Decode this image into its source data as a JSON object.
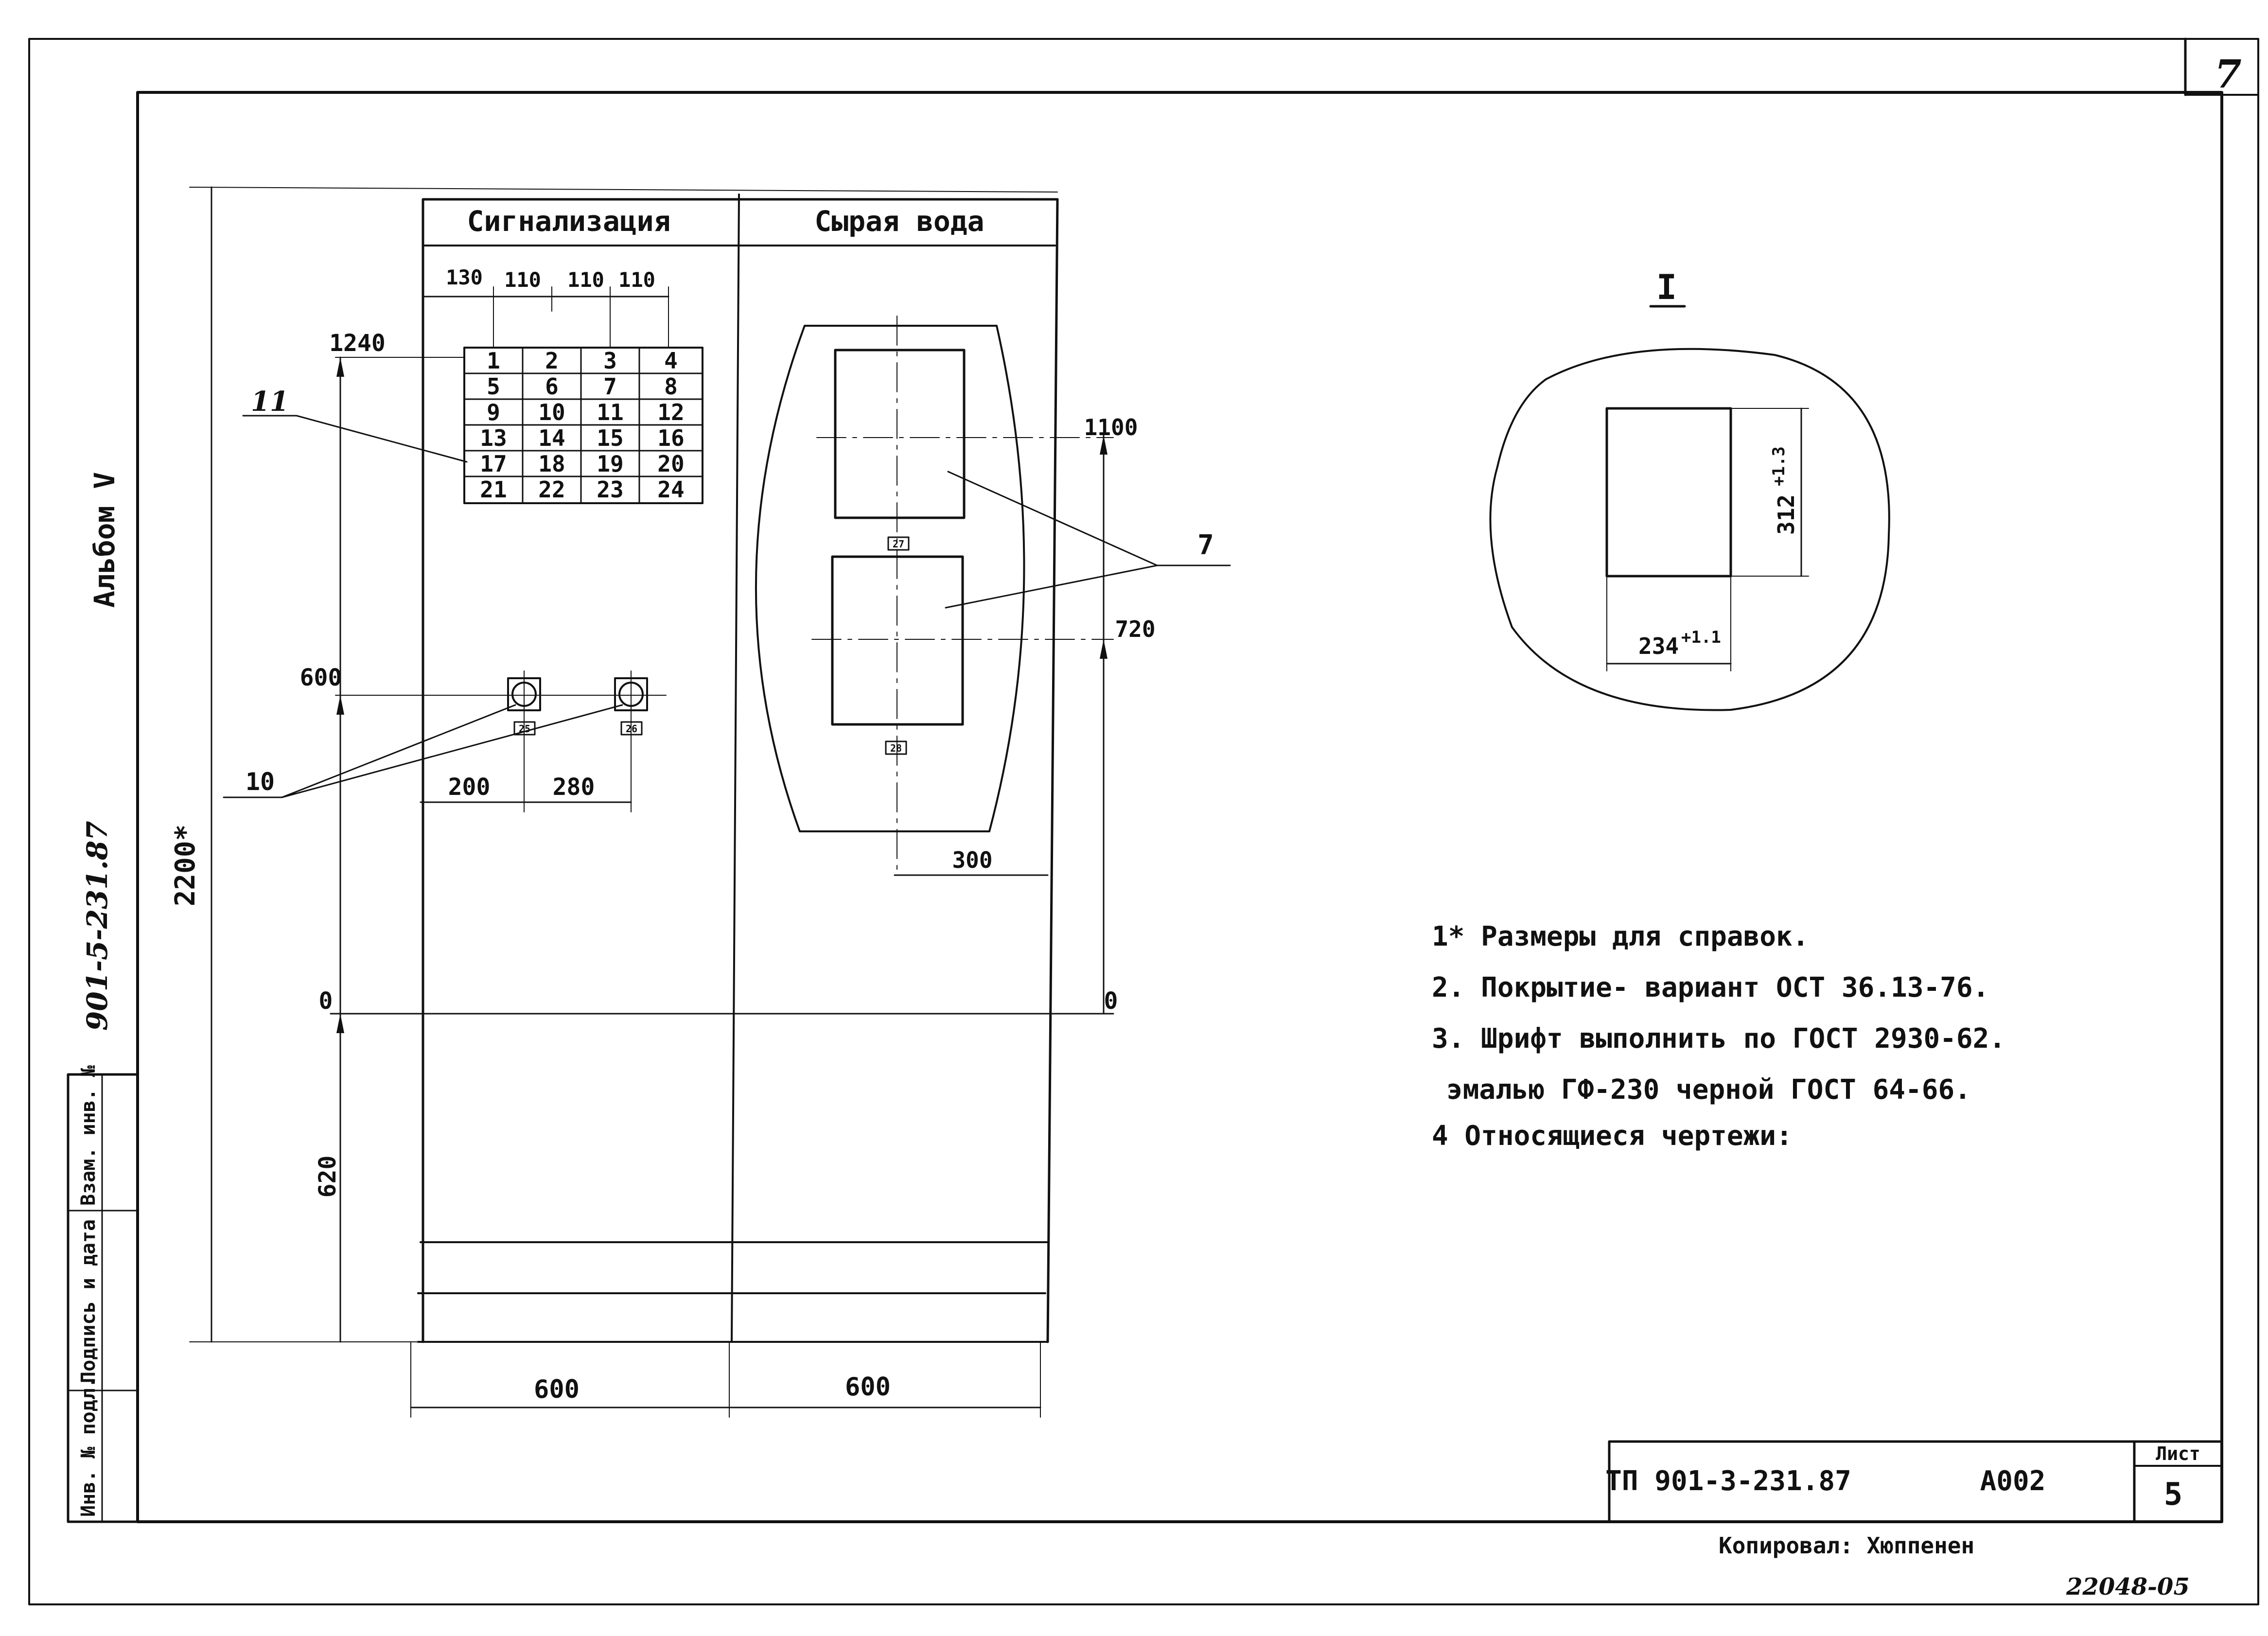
{
  "sheet": {
    "corner_page": "7",
    "album": "Альбом V",
    "project_code_side": "901-5-231.87",
    "side_stamp": [
      "Инв. № подл.",
      "Подпись и дата",
      "Взам. инв. №"
    ]
  },
  "panel": {
    "signal_header": "Сигнализация",
    "water_header": "Сырая вода",
    "grid_cells": [
      "1",
      "2",
      "3",
      "4",
      "5",
      "6",
      "7",
      "8",
      "9",
      "10",
      "11",
      "12",
      "13",
      "14",
      "15",
      "16",
      "17",
      "18",
      "19",
      "20",
      "21",
      "22",
      "23",
      "24"
    ],
    "dims": {
      "d130": "130",
      "d110a": "110",
      "d110b": "110",
      "d110c": "110",
      "d1240": "1240",
      "d600": "600",
      "d200": "200",
      "d280": "280",
      "d2200": "2200*",
      "d0_left": "0",
      "d620": "620",
      "d600_bottom_left": "600",
      "d600_bottom_right": "600",
      "d1100": "1100",
      "d720": "720",
      "d300": "300",
      "d0_right": "0"
    },
    "callouts": {
      "c11": "11",
      "c10": "10",
      "c7": "7"
    },
    "tags": {
      "lamp1": "25",
      "lamp2": "26",
      "win1": "27",
      "win2": "28"
    }
  },
  "detail": {
    "title": "I",
    "height_dim": "312",
    "height_tol": "+1.3",
    "width_dim": "234",
    "width_tol": "+1.1"
  },
  "notes": [
    "1* Размеры для справок.",
    "2. Покрытие- вариант ОСТ 36.13-76.",
    "3. Шрифт выполнить по ГОСТ 2930-62.",
    "эмалью ГФ-230 черной ГОСТ 64-66.",
    "4 Относящиеся чертежи:"
  ],
  "title_block": {
    "code": "ТП 901-3-231.87",
    "sheet_code": "А002",
    "sheet_label": "Лист",
    "sheet_no": "5"
  },
  "footer": {
    "copied": "Копировал: Хюппенен",
    "number": "22048-05"
  }
}
